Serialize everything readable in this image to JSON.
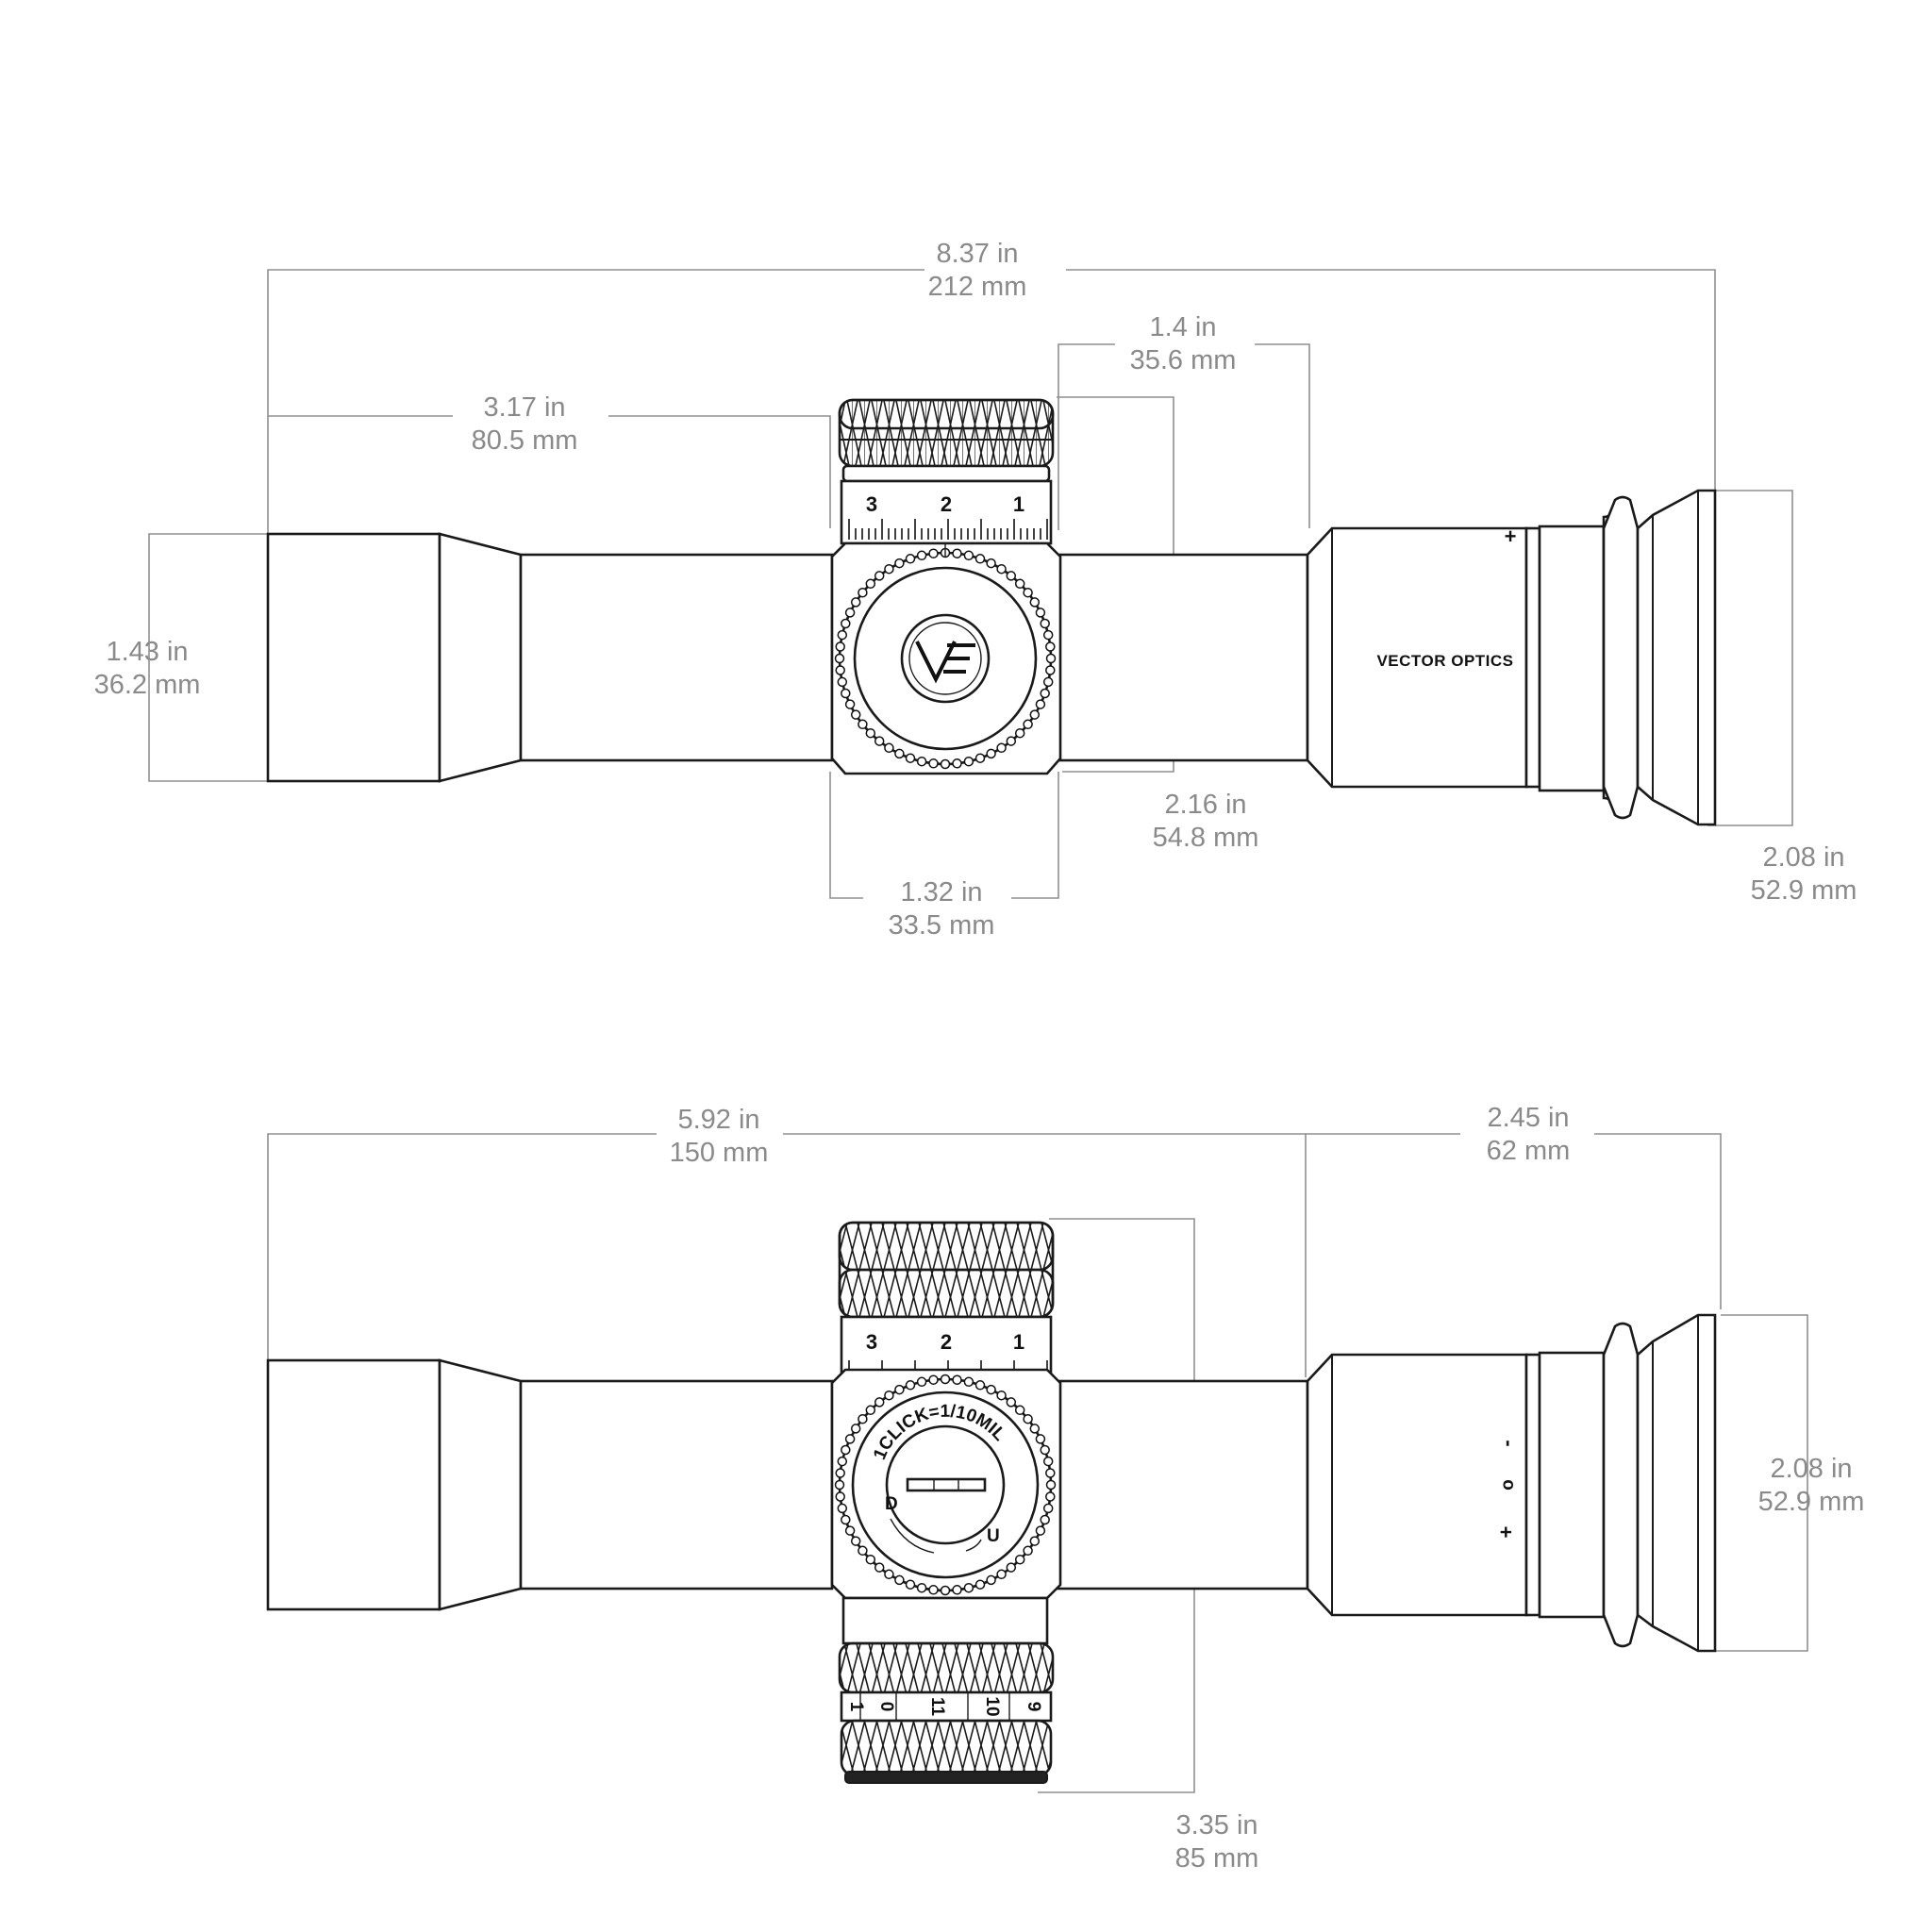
{
  "top_view": {
    "dims": {
      "overall_length": {
        "in": "8.37 in",
        "mm": "212 mm"
      },
      "objective_to_turret": {
        "in": "3.17 in",
        "mm": "80.5 mm"
      },
      "turret_to_eyepiece": {
        "in": "1.4 in",
        "mm": "35.6 mm"
      },
      "objective_diameter": {
        "in": "1.43 in",
        "mm": "36.2 mm"
      },
      "turret_height": {
        "in": "2.16 in",
        "mm": "54.8 mm"
      },
      "turret_width": {
        "in": "1.32 in",
        "mm": "33.5 mm"
      },
      "eyepiece_diameter": {
        "in": "2.08 in",
        "mm": "52.9 mm"
      }
    },
    "turret_scale": [
      "3",
      "2",
      "1"
    ],
    "brand_text": "VECTOR OPTICS",
    "eyepiece_marks": {
      "plus": "+"
    }
  },
  "bottom_view": {
    "dims": {
      "objective_to_eyepiece": {
        "in": "5.92 in",
        "mm": "150 mm"
      },
      "eyepiece_length": {
        "in": "2.45 in",
        "mm": "62 mm"
      },
      "eyepiece_diameter": {
        "in": "2.08 in",
        "mm": "52.9 mm"
      },
      "turret_total_height": {
        "in": "3.35 in",
        "mm": "85 mm"
      }
    },
    "turret_scale": [
      "3",
      "2",
      "1"
    ],
    "lower_turret_scale": [
      "1",
      "0",
      "11",
      "10",
      "9"
    ],
    "turret_cap": {
      "click_text": "1CLICK=1/10MIL",
      "d_label": "D",
      "u_label": "U"
    },
    "eyepiece_marks": {
      "minus": "-",
      "zero": "o",
      "plus": "+"
    }
  }
}
